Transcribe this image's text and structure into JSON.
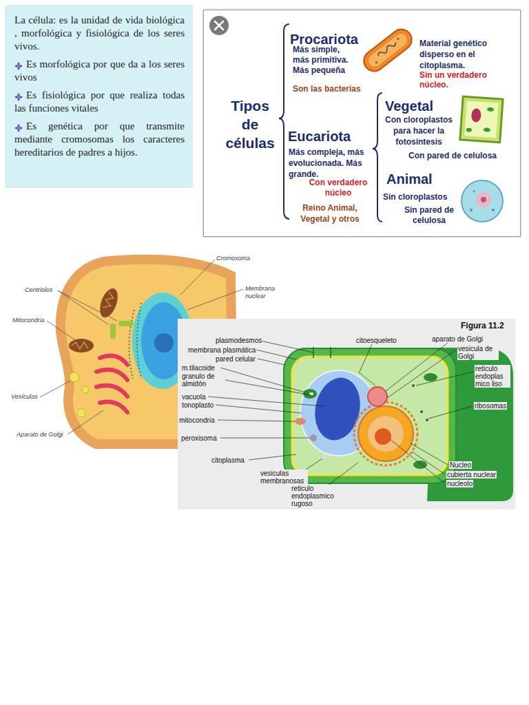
{
  "diagram": {
    "nodes": [
      {
        "text": [
          "La célula: es la unidad de vida biológica , morfológica y fisiológica de los seres vivos.",
          "Es morfológica por que da a los seres vivos",
          "Es fisiológica por que realiza todas las funciones vitales",
          "Es genética por que transmite mediante cromosomas los caracteres hereditarios de padres a hijos."
        ]
      },
      {
        "text": [
          "Tipos de células",
          "Procariota",
          "Más simple, más primitiva. Más pequeña",
          "Son las bacterias",
          "Material genético disperso en el citoplasma.",
          "Sin un verdadero núcleo.",
          "Eucariota",
          "Más compleja, más evolucionada. Más grande.",
          "Con verdadero núcleo",
          "Reino Animal, Vegetal y otros",
          "Vegetal",
          "Con cloroplastos para hacer la fotosíntesis",
          "Con pared de celulosa",
          "Animal",
          "Sin cloroplastos",
          "Sin pared de celulosa"
        ]
      }
    ],
    "labels": [
      "Cromosoma",
      "Centriolos",
      "Membrana nuclear",
      "Mitocondria",
      "Vesículas",
      "Aparato de Golgi",
      "Figura 11.2",
      "plasmodesmos",
      "citoesqueleto",
      "aparato de Golgi",
      "membrana plasmática",
      "vesicula de Golgi",
      "pared celular",
      "m.tilacoide",
      "reticulo endoplas mico liso",
      "granulo de almidón",
      "vacuola",
      "tonoplasto",
      "ribosomas",
      "mitocondria",
      "peroxisoma",
      "citoplasma",
      "Nucleo",
      "cubierta nuclear",
      "vesiculas membranosas",
      "nucleolo",
      "reticulo endoplasmico rugoso"
    ]
  }
}
